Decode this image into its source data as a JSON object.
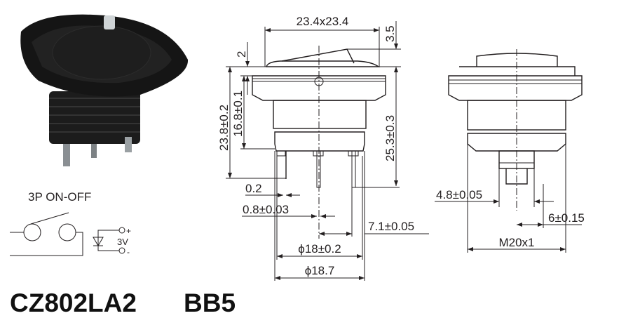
{
  "model": {
    "part_number": "CZ802LA2",
    "suffix": "BB5"
  },
  "schematic": {
    "type_label": "3P  ON-OFF",
    "voltage": "3V",
    "plus": "+",
    "minus": "-"
  },
  "front_view": {
    "bezel_size": "23.4x23.4",
    "rocker_height": "3.5",
    "bezel_thickness": "2",
    "overall_height": "23.8±0.2",
    "body_height": "16.8±0.1",
    "total_height": "25.3±0.3",
    "terminal_thickness": "0.2",
    "terminal_width": "0.8±0.03",
    "terminal_spacing": "7.1±0.05",
    "mount_diameter": "ϕ18±0.2",
    "body_diameter": "ϕ18.7"
  },
  "side_view": {
    "terminal_width": "4.8±0.05",
    "terminal_pitch": "6±0.15",
    "thread": "M20x1"
  }
}
